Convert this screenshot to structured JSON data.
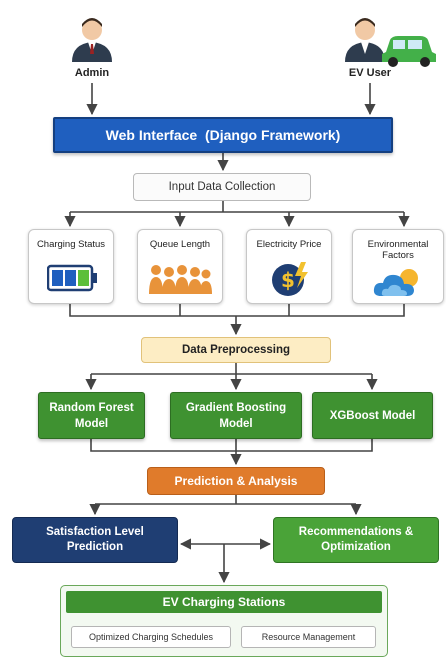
{
  "actors": {
    "admin": "Admin",
    "ev_user": "EV User"
  },
  "web_interface": "Web Interface  (Django Framework)",
  "input_collection": "Input Data Collection",
  "inputs": [
    "Charging Status",
    "Queue Length",
    "Electricity Price",
    "Environmental Factors"
  ],
  "preprocessing": "Data Preprocessing",
  "models": [
    "Random Forest Model",
    "Gradient Boosting Model",
    "XGBoost Model"
  ],
  "prediction": "Prediction & Analysis",
  "outputs": {
    "satisfaction": "Satisfaction Level Prediction",
    "recommendations": "Recommendations & Optimization"
  },
  "stations": {
    "title": "EV Charging Stations",
    "items": [
      "Optimized Charging Schedules",
      "Resource Management"
    ]
  },
  "icons": {
    "admin": "person-icon",
    "ev_user": "person-icon",
    "car": "car-icon",
    "charging": "battery-icon",
    "queue": "people-queue-icon",
    "price": "dollar-bolt-icon",
    "environment": "cloud-sun-icon"
  },
  "colors": {
    "web": "#1f5fbf",
    "model": "#3f9231",
    "prediction": "#e07b2b",
    "satisfaction": "#1f3e73",
    "recommendation": "#4aa338",
    "preprocessing": "#fdedc4"
  }
}
